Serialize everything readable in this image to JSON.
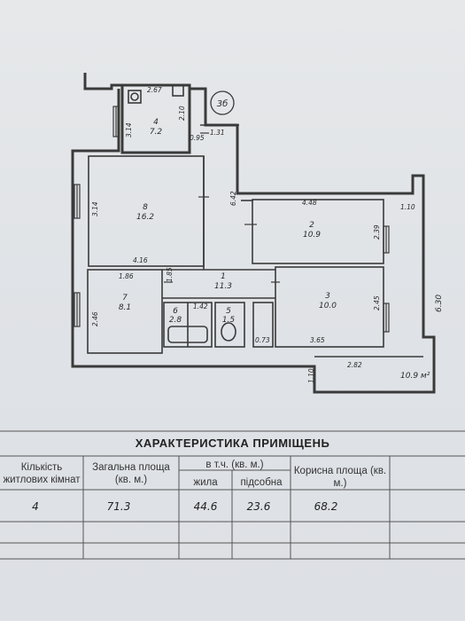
{
  "plan": {
    "entrance_label": "3б",
    "rooms": [
      {
        "num": "4",
        "area": "7.2"
      },
      {
        "num": "8",
        "area": "16.2"
      },
      {
        "num": "2",
        "area": "10.9"
      },
      {
        "num": "7",
        "area": "8.1"
      },
      {
        "num": "1",
        "area": "11.3"
      },
      {
        "num": "3",
        "area": "10.0"
      },
      {
        "num": "6",
        "area": "2.8"
      },
      {
        "num": "5",
        "area": "1.5"
      }
    ],
    "dimensions": [
      "2.67",
      "2.10",
      "3.14",
      "0.95",
      "1.31",
      "6.42",
      "3.14",
      "4.16",
      "4.48",
      "1.10",
      "2.39",
      "1.86",
      "1.85",
      "1.42",
      "2.46",
      "2.45",
      "6.30",
      "0.73",
      "3.65",
      "2.82",
      "1.10"
    ],
    "balcony_area": "10.9 м²"
  },
  "table": {
    "title": "ХАРАКТЕРИСТИКА ПРИМІЩЕНЬ",
    "col_rooms": "Кількість житлових кімнат",
    "col_total": "Загальна площа (кв. м.)",
    "col_incl": "в т.ч. (кв. м.)",
    "col_living": "жила",
    "col_aux": "підсобна",
    "col_useful": "Корисна площа (кв. м.)",
    "values": {
      "rooms": "4",
      "total": "71.3",
      "living": "44.6",
      "aux": "23.6",
      "useful": "68.2"
    }
  }
}
